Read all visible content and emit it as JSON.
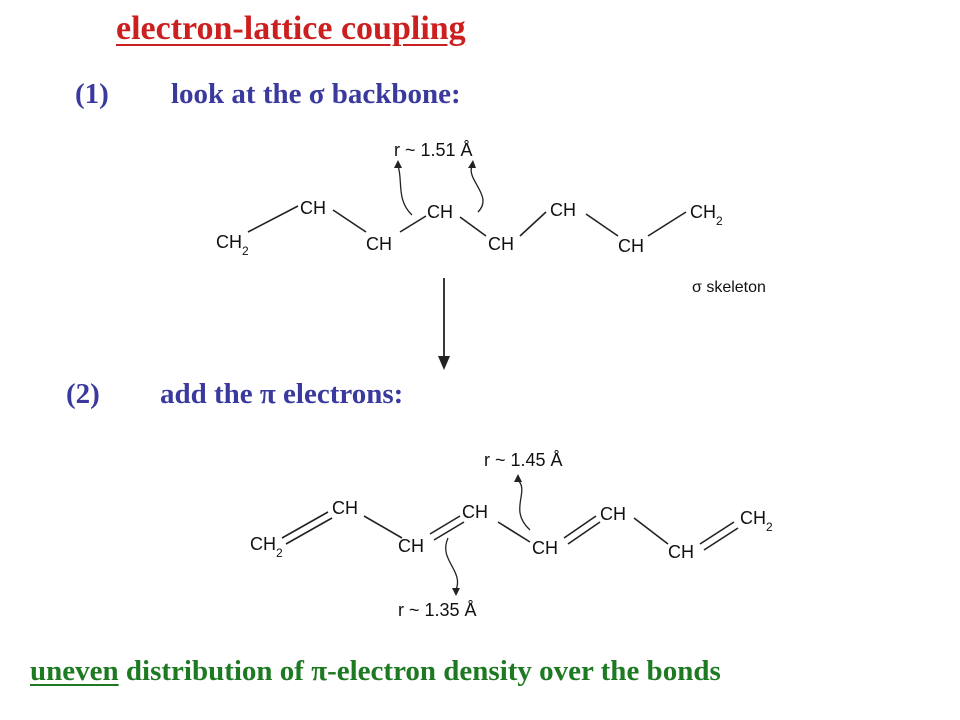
{
  "title": "electron-lattice coupling",
  "step1": {
    "number": "(1)",
    "text": "look at the σ backbone:"
  },
  "step2": {
    "number": "(2)",
    "text": "add the π electrons:"
  },
  "diagram1": {
    "groups": [
      "CH",
      "2",
      "CH",
      "CH",
      "CH",
      "CH",
      "CH",
      "CH",
      "CH",
      "2"
    ],
    "annotation": "r ~ 1.51 Å",
    "caption": "σ skeleton"
  },
  "diagram2": {
    "groups": [
      "CH",
      "2",
      "CH",
      "CH",
      "CH",
      "CH",
      "CH",
      "CH",
      "CH",
      "2"
    ],
    "annotation_long": "r ~ 1.45 Å",
    "annotation_short": "r ~ 1.35 Å"
  },
  "footer": {
    "emphasis": "uneven",
    "rest": " distribution of π-electron density over the bonds"
  },
  "colors": {
    "title": "#cc1f1f",
    "steps": "#3a3a9e",
    "footer": "#1e7a22"
  }
}
